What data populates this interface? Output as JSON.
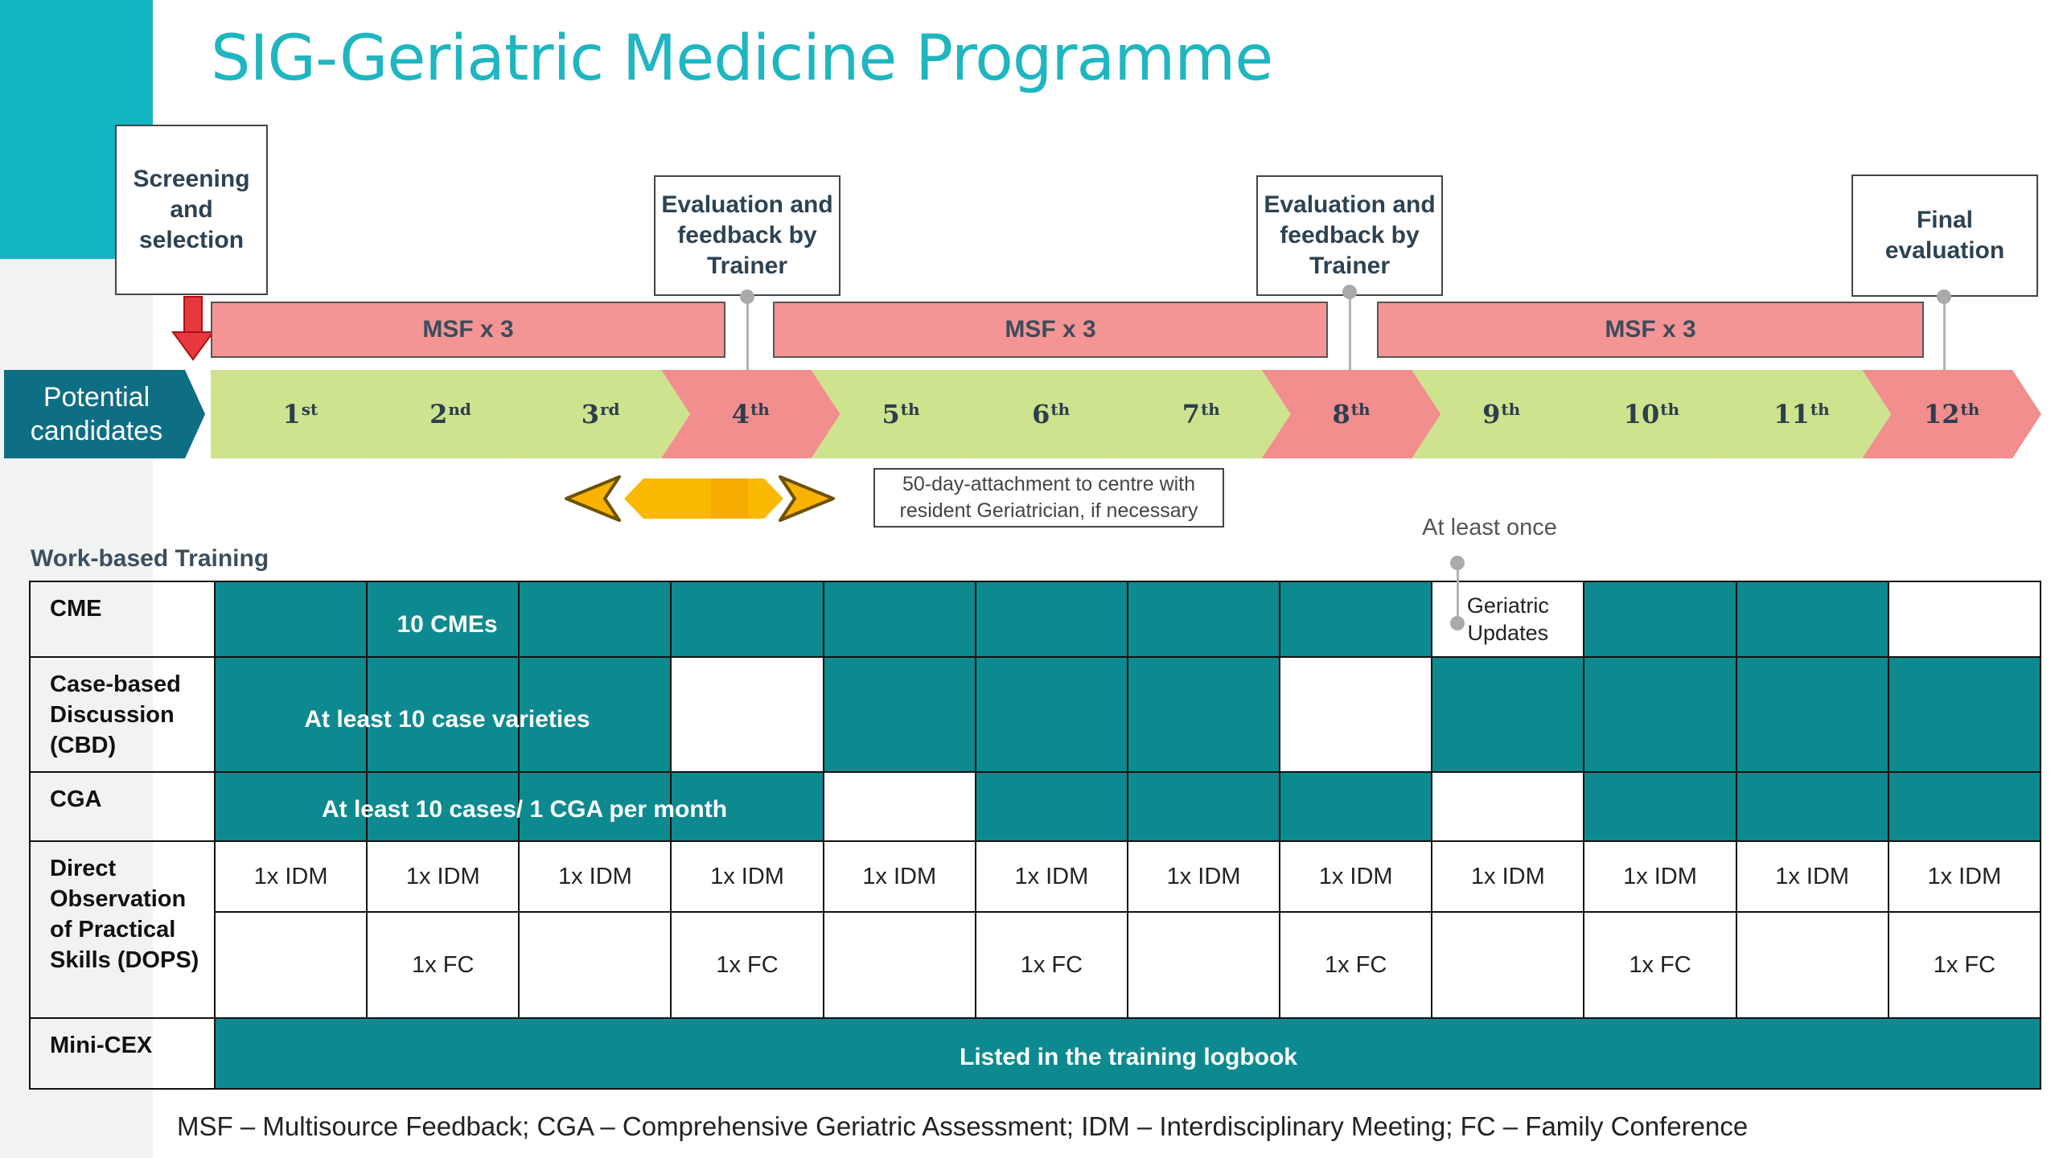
{
  "title": "SIG-Geriatric Medicine Programme",
  "colors": {
    "teal_accent": "#1fb6c1",
    "cell_teal": "#0d8a8f",
    "msf_pink": "#f59494",
    "month_green": "#cee38e",
    "month_pink": "#f28e8e",
    "potential_blue": "#0e6e84",
    "attach_orange": "#f9b200"
  },
  "callouts": {
    "screening": "Screening and selection",
    "eval1": "Evaluation and feedback by Trainer",
    "eval2": "Evaluation and feedback by Trainer",
    "final": "Final evaluation"
  },
  "msf": [
    "MSF x 3",
    "MSF x 3",
    "MSF x 3"
  ],
  "potential_candidates": "Potential candidates",
  "months": [
    {
      "num": "1",
      "sup": "st",
      "highlight": false
    },
    {
      "num": "2",
      "sup": "nd",
      "highlight": false
    },
    {
      "num": "3",
      "sup": "rd",
      "highlight": false
    },
    {
      "num": "4",
      "sup": "th",
      "highlight": true
    },
    {
      "num": "5",
      "sup": "th",
      "highlight": false
    },
    {
      "num": "6",
      "sup": "th",
      "highlight": false
    },
    {
      "num": "7",
      "sup": "th",
      "highlight": false
    },
    {
      "num": "8",
      "sup": "th",
      "highlight": true
    },
    {
      "num": "9",
      "sup": "th",
      "highlight": false
    },
    {
      "num": "10",
      "sup": "th",
      "highlight": false
    },
    {
      "num": "11",
      "sup": "th",
      "highlight": false
    },
    {
      "num": "12",
      "sup": "th",
      "highlight": true
    }
  ],
  "attachment_note": "50-day-attachment to centre with resident Geriatrician, if necessary",
  "section_title": "Work-based Training",
  "at_least_once": "At least once",
  "rows": {
    "cme": {
      "label": "CME",
      "overlay": "10 CMEs",
      "cells": [
        "teal",
        "teal",
        "teal",
        "teal",
        "teal",
        "teal",
        "teal",
        "teal",
        "white",
        "teal",
        "teal",
        "white"
      ],
      "geriatric_updates": "Geriatric Updates"
    },
    "cbd": {
      "label": "Case-based Discussion (CBD)",
      "overlay": "At least 10 case varieties",
      "cells": [
        "teal",
        "teal",
        "teal",
        "white",
        "teal",
        "teal",
        "teal",
        "white",
        "teal",
        "teal",
        "teal",
        "teal"
      ]
    },
    "cga": {
      "label": "CGA",
      "overlay": "At least 10 cases/ 1 CGA per month",
      "cells": [
        "teal",
        "teal",
        "teal",
        "teal",
        "white",
        "teal",
        "teal",
        "teal",
        "white",
        "teal",
        "teal",
        "teal"
      ]
    },
    "dops": {
      "label": "Direct Observation of Practical Skills (DOPS)",
      "idm": [
        "1x IDM",
        "1x IDM",
        "1x IDM",
        "1x IDM",
        "1x IDM",
        "1x IDM",
        "1x IDM",
        "1x IDM",
        "1x IDM",
        "1x IDM",
        "1x IDM",
        "1x IDM"
      ],
      "fc": [
        "",
        "1x FC",
        "",
        "1x FC",
        "",
        "1x FC",
        "",
        "1x FC",
        "",
        "1x FC",
        "",
        "1x FC"
      ]
    },
    "minicex": {
      "label": "Mini-CEX",
      "overlay": "Listed in the training logbook"
    }
  },
  "footnote": "MSF – Multisource Feedback; CGA – Comprehensive Geriatric Assessment; IDM – Interdisciplinary Meeting; FC – Family Conference"
}
